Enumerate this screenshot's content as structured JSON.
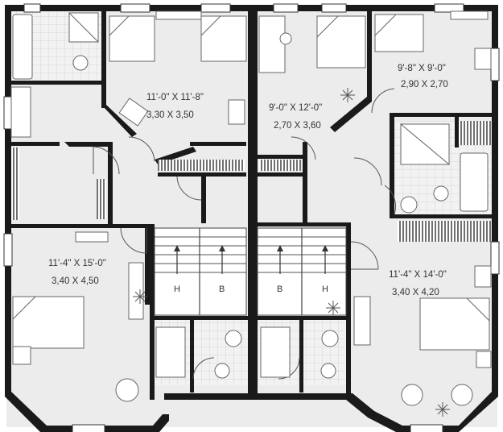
{
  "rooms": {
    "bedroom_top_left": {
      "imperial": "11'-0\" X 11'-8\"",
      "metric": "3,30 X 3,50"
    },
    "bedroom_top_mid_right": {
      "imperial": "9'-0\" X 12'-0\"",
      "metric": "2,70 X 3,60"
    },
    "bedroom_top_right": {
      "imperial": "9'-8\" X 9'-0\"",
      "metric": "2,90 X 2,70"
    },
    "bedroom_bottom_left": {
      "imperial": "11'-4\" X 15'-0\"",
      "metric": "3,40 X 4,50"
    },
    "bedroom_bottom_right": {
      "imperial": "11'-4\" X 14'-0\"",
      "metric": "3,40 X 4,20"
    }
  },
  "stairs": {
    "left": {
      "label_a": "H",
      "label_b": "B"
    },
    "right": {
      "label_a": "B",
      "label_b": "H"
    }
  }
}
